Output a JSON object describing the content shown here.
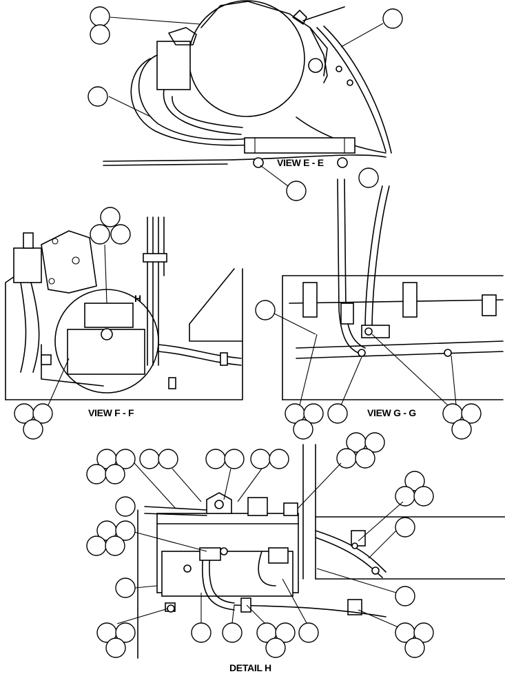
{
  "views": {
    "view_e": "VIEW E - E",
    "view_f": "VIEW F - F",
    "view_g": "VIEW G - G",
    "detail_h": "DETAIL H",
    "detail_marker": "H"
  }
}
